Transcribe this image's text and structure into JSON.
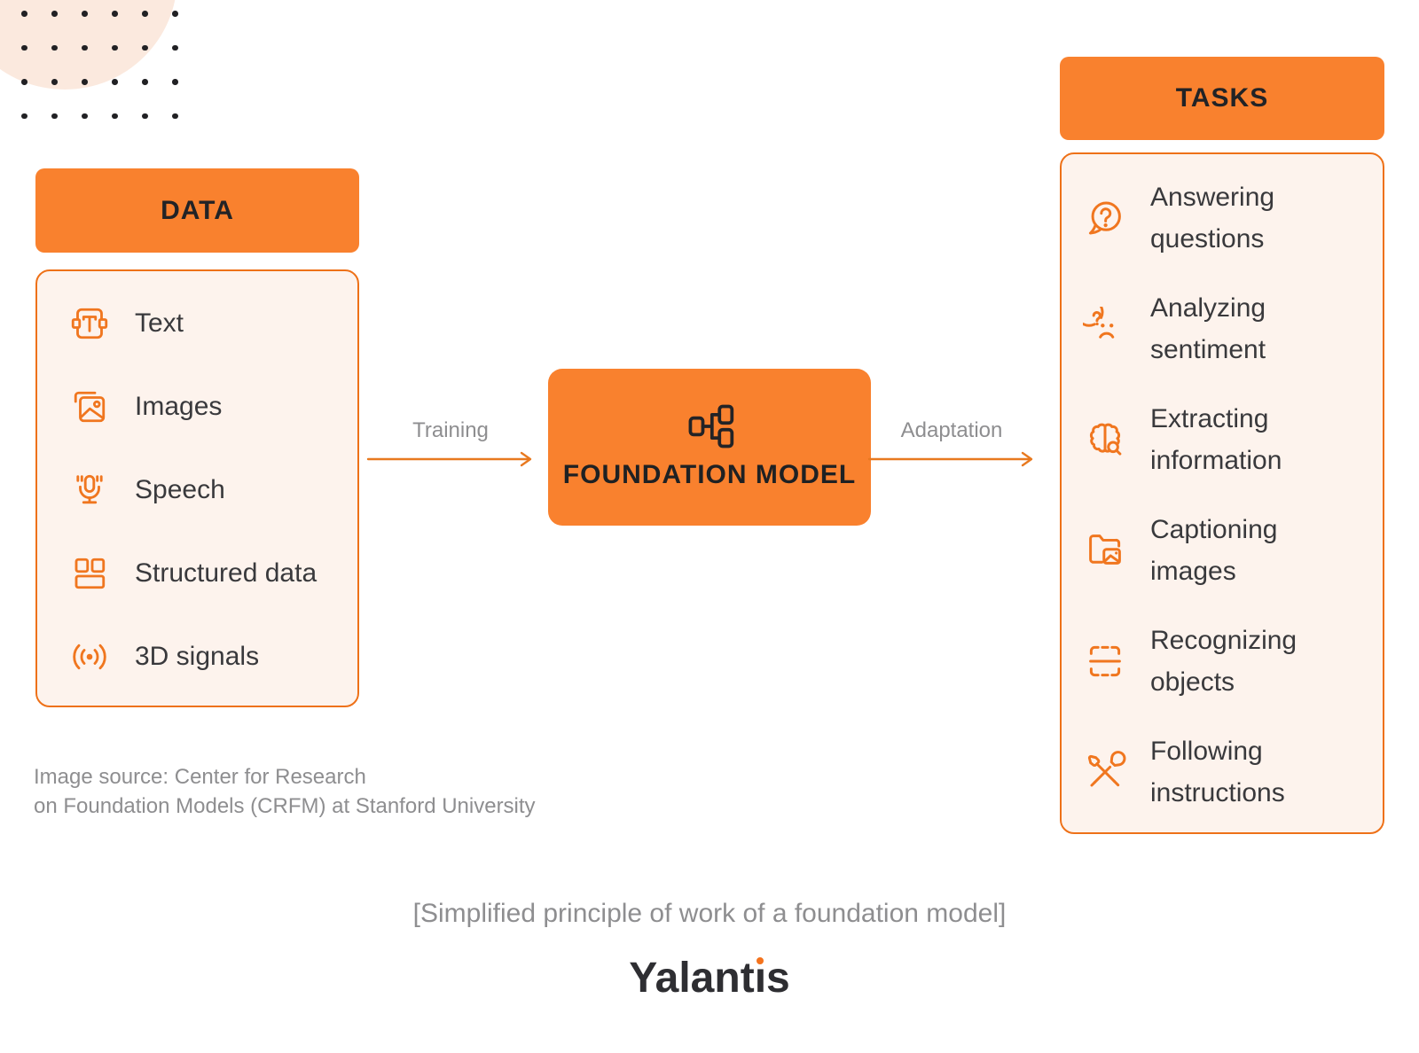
{
  "colors": {
    "orange_fill": "#F9812E",
    "orange_stroke": "#EE7118",
    "icon_orange": "#F0761F",
    "panel_bg": "#FDF3ED",
    "peach_circle": "#FBE9DE",
    "dark_text": "#222326",
    "gray_text": "#8E8E90",
    "brand_dot": "#F4731D"
  },
  "data_panel": {
    "title": "DATA",
    "items": [
      {
        "label": "Text",
        "icon": "text-frame-icon"
      },
      {
        "label": "Images",
        "icon": "images-icon"
      },
      {
        "label": "Speech",
        "icon": "microphone-icon"
      },
      {
        "label": "Structured data",
        "icon": "structured-data-icon"
      },
      {
        "label": "3D signals",
        "icon": "radar-signal-icon"
      }
    ]
  },
  "flow": {
    "training_label": "Training",
    "model_title": "FOUNDATION MODEL",
    "model_icon": "tree-diagram-icon",
    "adaptation_label": "Adaptation"
  },
  "tasks_panel": {
    "title": "TASKS",
    "items": [
      {
        "label": "Answering questions",
        "icon": "question-bubble-icon"
      },
      {
        "label": "Analyzing sentiment",
        "icon": "sad-face-question-icon"
      },
      {
        "label": "Extracting information",
        "icon": "brain-magnifier-icon"
      },
      {
        "label": "Captioning images",
        "icon": "folder-image-icon"
      },
      {
        "label": "Recognizing objects",
        "icon": "scan-frame-icon"
      },
      {
        "label": "Following instructions",
        "icon": "wrench-screwdriver-icon"
      }
    ]
  },
  "footer": {
    "source_line1": "Image source: Center for Research",
    "source_line2": "on Foundation Models (CRFM) at Stanford University",
    "caption": "[Simplified principle of work of a foundation model]",
    "brand": "Yalantis"
  }
}
